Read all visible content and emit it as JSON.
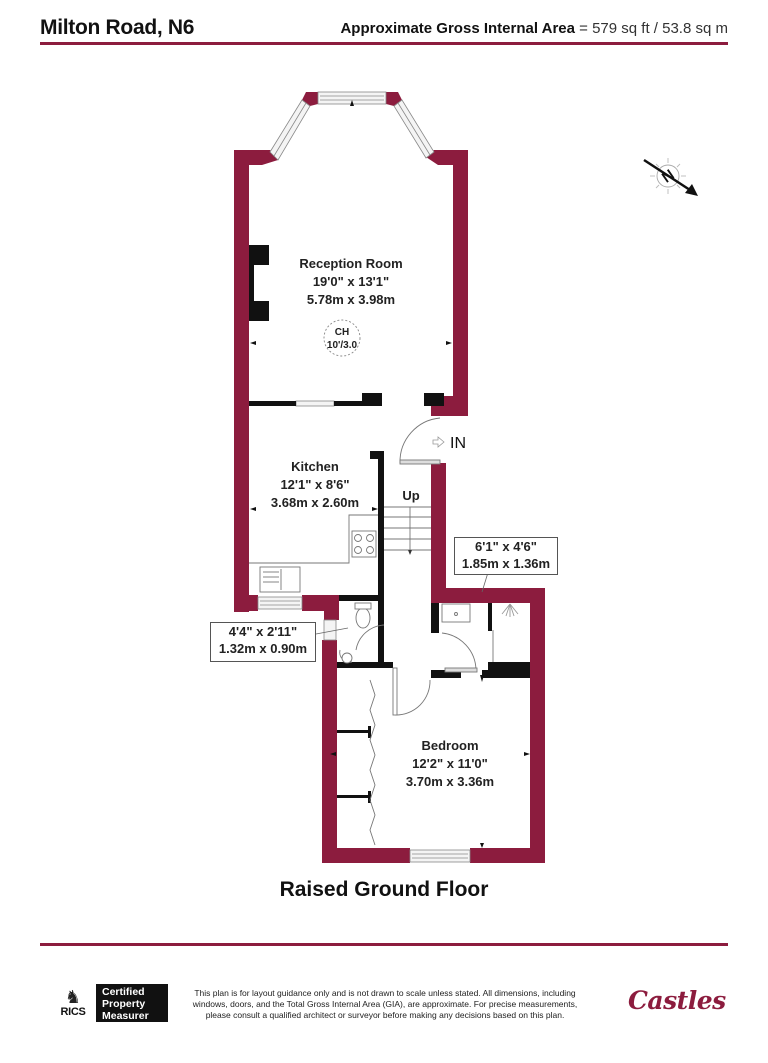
{
  "header": {
    "title": "Milton Road, N6",
    "area_label": "Approximate Gross Internal Area",
    "area_equals": "=",
    "area_value": "579 sq ft / 53.8 sq m"
  },
  "colors": {
    "wall": "#8c1c3e",
    "internal_wall": "#111111",
    "rule": "#8c1c3e"
  },
  "compass": {
    "icon": "compass-north-icon",
    "label": "N"
  },
  "rooms": {
    "reception": {
      "name": "Reception Room",
      "imperial": "19'0\" x 13'1\"",
      "metric": "5.78m x 3.98m"
    },
    "ceiling": {
      "label": "CH",
      "value": "10'/3.0"
    },
    "kitchen": {
      "name": "Kitchen",
      "imperial": "12'1\" x 8'6\"",
      "metric": "3.68m x 2.60m"
    },
    "bedroom": {
      "name": "Bedroom",
      "imperial": "12'2\" x 11'0\"",
      "metric": "3.70m x 3.36m"
    },
    "bathroom": {
      "imperial": "6'1\" x 4'6\"",
      "metric": "1.85m x 1.36m"
    },
    "wc": {
      "imperial": "4'4\" x 2'11\"",
      "metric": "1.32m x 0.90m"
    }
  },
  "labels": {
    "entrance": "IN",
    "stairs": "Up",
    "floor": "Raised Ground Floor"
  },
  "footer": {
    "rics": "RICS",
    "certified": [
      "Certified",
      "Property",
      "Measurer"
    ],
    "disclaimer": "This plan is for layout guidance only and is not drawn to scale unless stated. All dimensions, including windows, doors, and the Total Gross Internal Area (GIA), are approximate. For precise measurements, please consult a qualified architect or surveyor before making any decisions based on this plan.",
    "brand": "Castles"
  }
}
